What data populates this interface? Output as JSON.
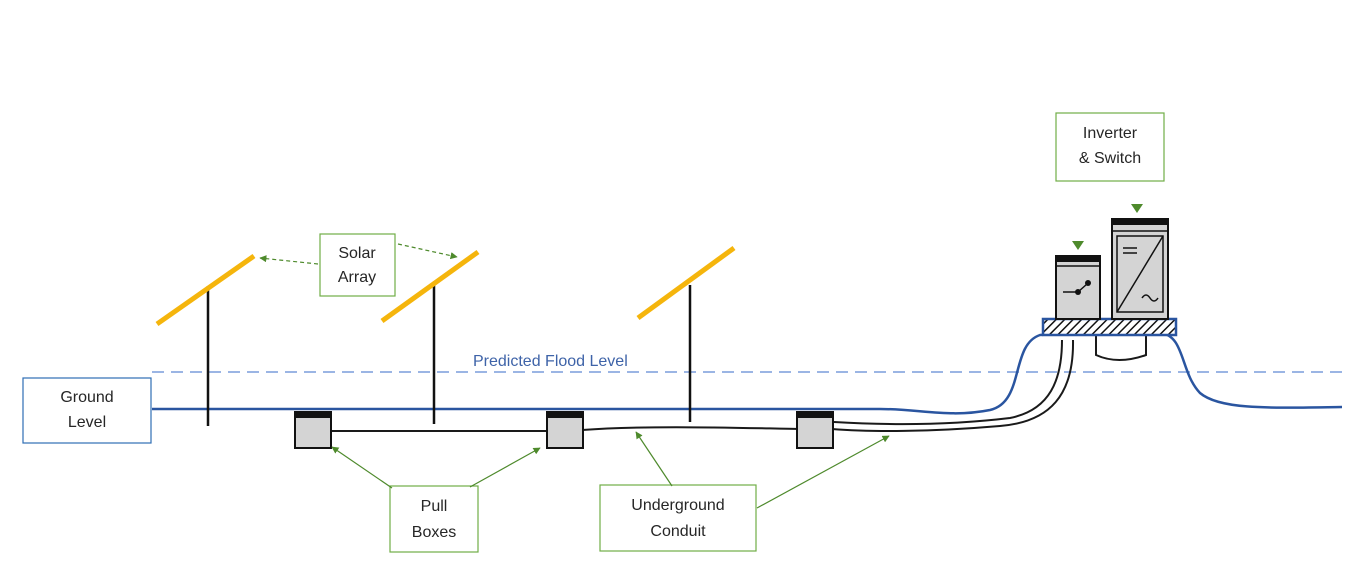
{
  "labels": {
    "ground_level": [
      "Ground",
      "Level"
    ],
    "solar_array": [
      "Solar",
      "Array"
    ],
    "predicted_flood_level": "Predicted Flood Level",
    "pull_boxes": [
      "Pull",
      "Boxes"
    ],
    "underground_conduit": [
      "Underground",
      "Conduit"
    ],
    "inverter_switch": [
      "Inverter",
      "& Switch"
    ]
  },
  "colors": {
    "ground_line": "#2a55a0",
    "flood_line": "#9bb5e4",
    "flood_text": "#3e63a8",
    "panel": "#f5b50c",
    "callout_border": "#70ad47",
    "callout_border_blue": "#2e6db4",
    "arrow": "#4e8a2c",
    "equipment_fill": "#d4d4d4",
    "conduit": "#1a1a1a"
  }
}
